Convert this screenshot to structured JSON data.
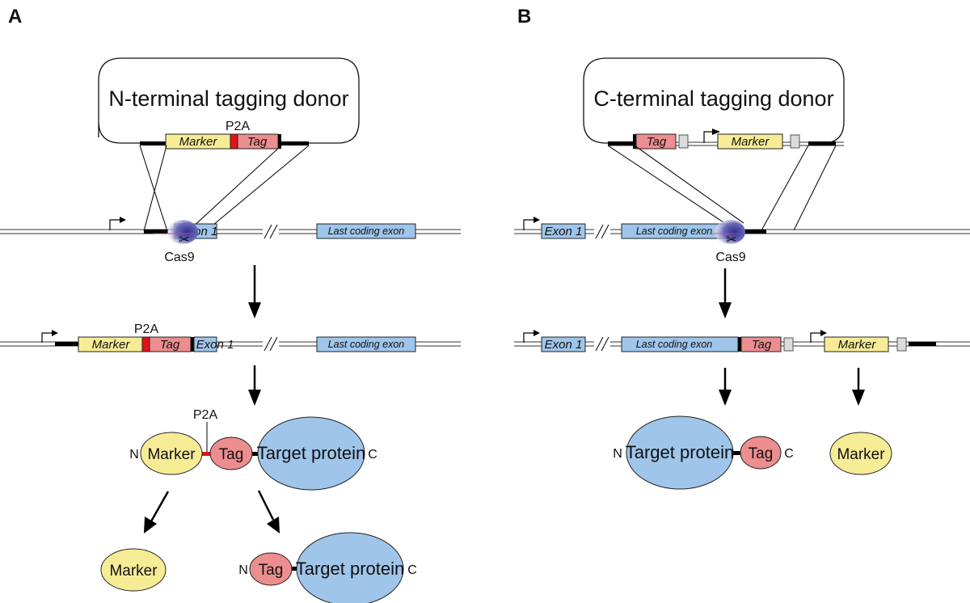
{
  "colors": {
    "marker": "#f7ec96",
    "tag": "#ec8d8f",
    "p2a": "#e4111b",
    "exon": "#9fc5ea",
    "protein": "#9fc5ea",
    "spacer": "#dcdcdc",
    "cas9": "#3a3a9e"
  },
  "panel_a": {
    "letter": "A",
    "donor_title": "N-terminal tagging donor",
    "donor": {
      "p2a": "P2A",
      "marker": "Marker",
      "tag": "Tag"
    },
    "genome": {
      "exon1": "Exon 1",
      "last_exon": "Last coding exon",
      "cas9": "Cas9"
    },
    "edited": {
      "p2a": "P2A",
      "marker": "Marker",
      "tag": "Tag",
      "exon1": "Exon 1",
      "last_exon": "Last coding exon"
    },
    "fusion": {
      "p2a": "P2A",
      "n": "N",
      "marker": "Marker",
      "tag": "Tag",
      "target": "Target protein",
      "c": "C"
    },
    "products": {
      "marker": "Marker",
      "n": "N",
      "tag": "Tag",
      "target": "Target protein",
      "c": "C"
    }
  },
  "panel_b": {
    "letter": "B",
    "donor_title": "C-terminal tagging donor",
    "donor": {
      "tag": "Tag",
      "marker": "Marker"
    },
    "genome": {
      "exon1": "Exon 1",
      "last_exon": "Last coding exon",
      "cas9": "Cas9"
    },
    "edited": {
      "exon1": "Exon 1",
      "last_exon": "Last coding exon",
      "tag": "Tag",
      "marker": "Marker"
    },
    "products": {
      "n": "N",
      "target": "Target protein",
      "tag": "Tag",
      "c": "C",
      "marker": "Marker"
    }
  }
}
